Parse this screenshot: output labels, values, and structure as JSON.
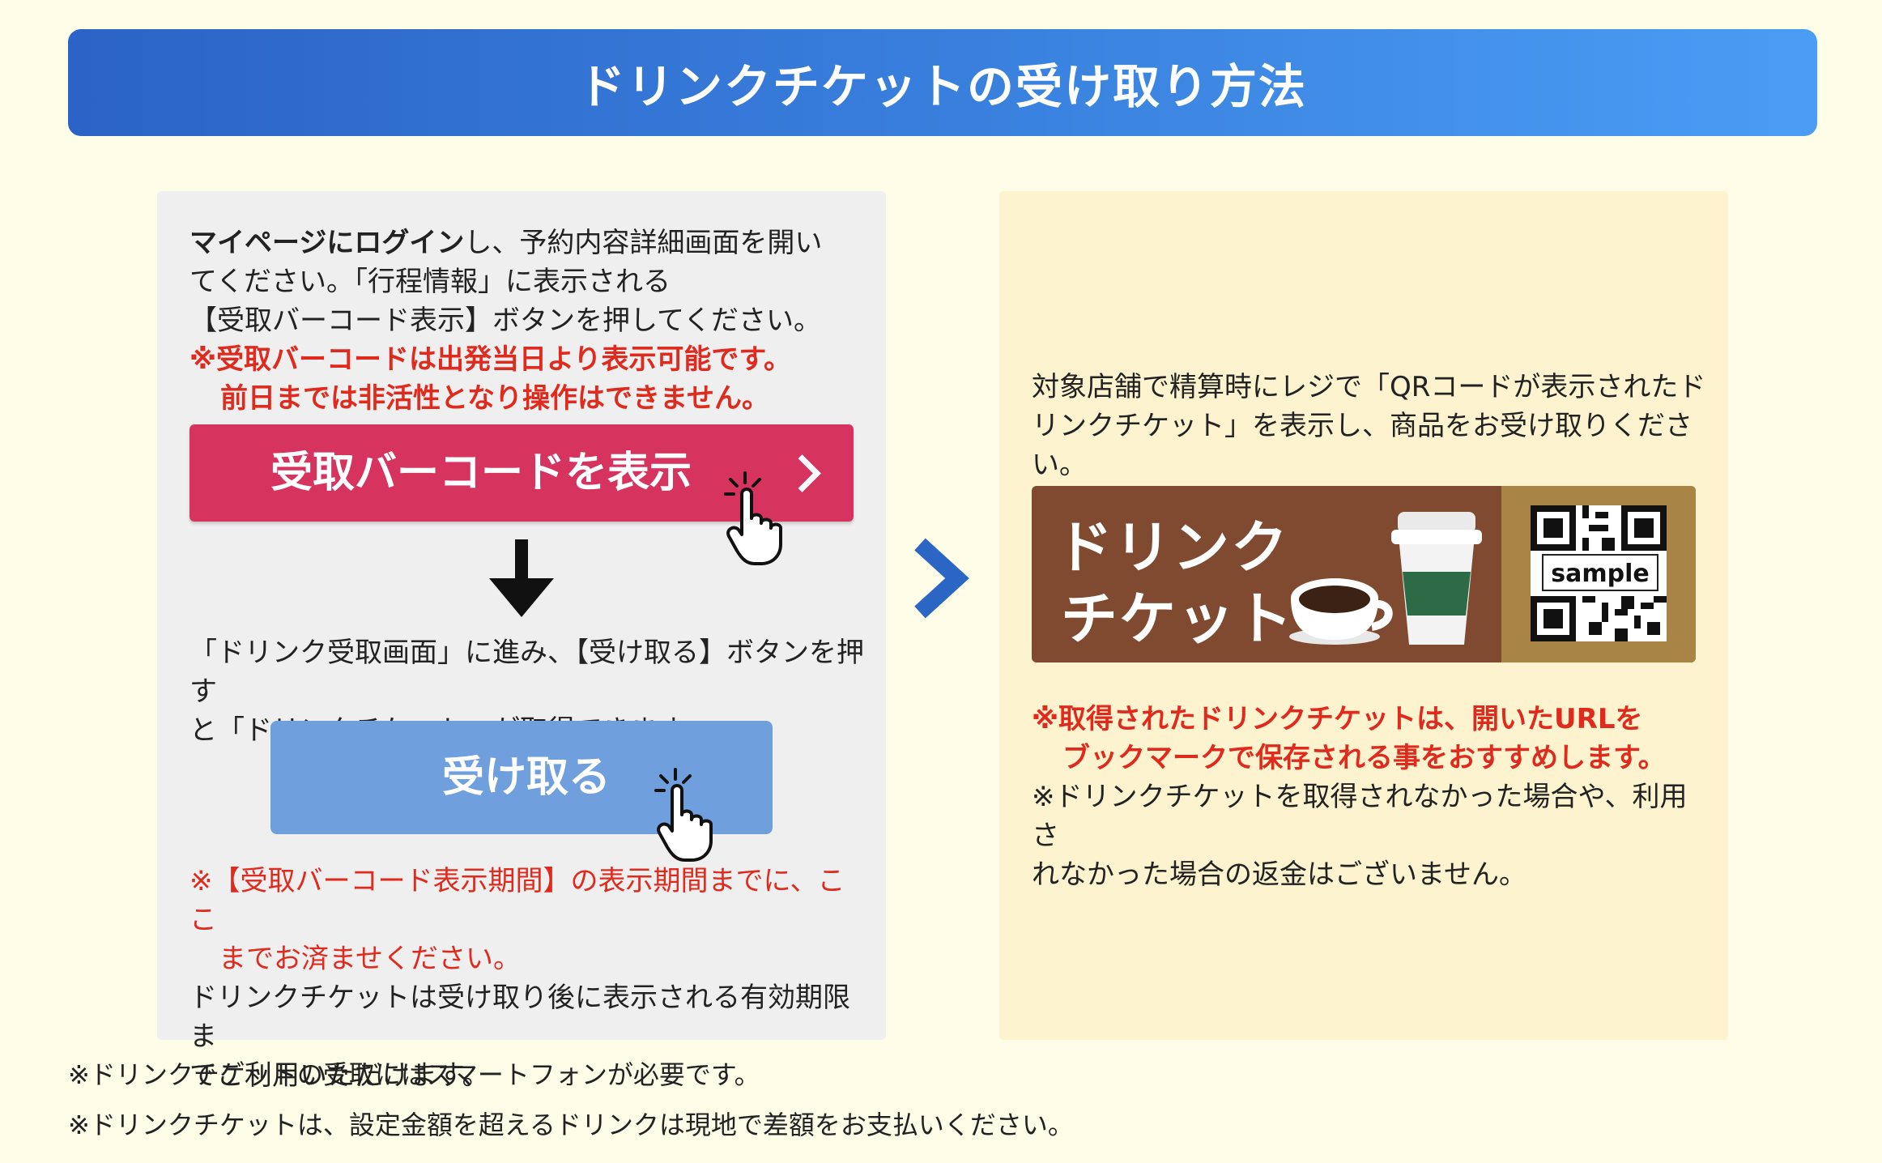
{
  "header": {
    "title": "ドリンクチケットの受け取り方法"
  },
  "left_panel": {
    "intro_bold": "マイページにログイン",
    "intro_rest_line1": "し、予約内容詳細画面を開い",
    "intro_line2": "てください。「行程情報」に表示される",
    "intro_line3": "【受取バーコード表示】ボタンを押してください。",
    "warning_line1": "※受取バーコードは出発当日より表示可能です。",
    "warning_line2": "前日までは非活性となり操作はできません。",
    "barcode_button_label": "受取バーコードを表示",
    "step2_line1": "「ドリンク受取画面」に進み、【受け取る】ボタンを押す",
    "step2_line2": "と「ドリンクチケット」が取得できます。",
    "receive_button_label": "受け取る",
    "period_note_line1": "※【受取バーコード表示期間】の表示期間までに、ここ",
    "period_note_line2": "までお済ませください。",
    "validity_line1": "ドリンクチケットは受け取り後に表示される有効期限ま",
    "validity_line2": "でご利用いただけます。"
  },
  "right_panel": {
    "usage_line1": "対象店舗で精算時にレジで「QRコードが表示されたド",
    "usage_line2": "リンクチケット」を表示し、商品をお受け取りください。",
    "ticket_line1": "ドリンク",
    "ticket_line2": "チケット",
    "qr_sample_label": "sample",
    "bookmark_line1": "※取得されたドリンクチケットは、開いたURLを",
    "bookmark_line2": "ブックマークで保存される事をおすすめします。",
    "refund_line1": "※ドリンクチケットを取得されなかった場合や、利用さ",
    "refund_line2": "れなかった場合の返金はございません。"
  },
  "footnotes": [
    "※ドリンクチケットの受取にはスマートフォンが必要です。",
    "※ドリンクチケットは、設定金額を超えるドリンクは現地で差額をお支払いください。"
  ],
  "colors": {
    "background": "#fefde8",
    "header_gradient_start": "#2b63c6",
    "header_gradient_end": "#4a9df3",
    "barcode_button": "#d6335f",
    "receive_button": "#6f9fdc",
    "warning_red": "#e02a1d",
    "step_arrow": "#2b66c4",
    "ticket_brown": "#7f4a2f",
    "ticket_gold": "#a88546"
  },
  "icons": [
    "hand-pointer-icon",
    "down-arrow-icon",
    "step-chevron-icon",
    "coffee-cup-icon",
    "takeout-cup-icon",
    "qr-code-icon"
  ]
}
